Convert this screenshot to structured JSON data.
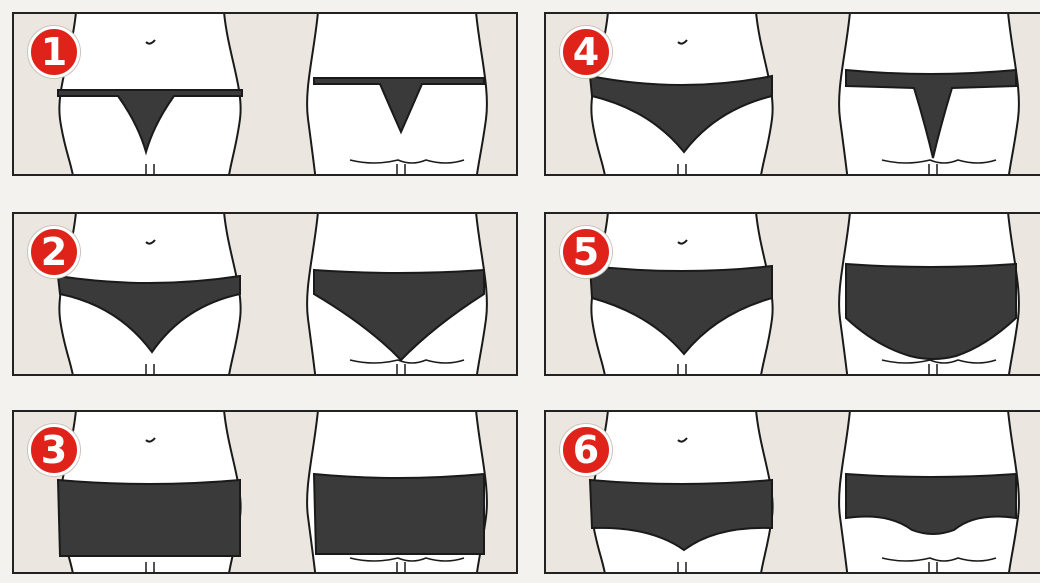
{
  "colors": {
    "badge": "#e0231a",
    "garment": "#3a3a3a",
    "skin": "#ffffff",
    "background": "#ebe7e0",
    "outline": "#1a1a1a"
  },
  "panels": [
    {
      "number": "1",
      "style": "thong-string"
    },
    {
      "number": "2",
      "style": "bikini-brief"
    },
    {
      "number": "3",
      "style": "boyshort"
    },
    {
      "number": "4",
      "style": "thong-wide-band"
    },
    {
      "number": "5",
      "style": "full-brief"
    },
    {
      "number": "6",
      "style": "hipster"
    }
  ]
}
